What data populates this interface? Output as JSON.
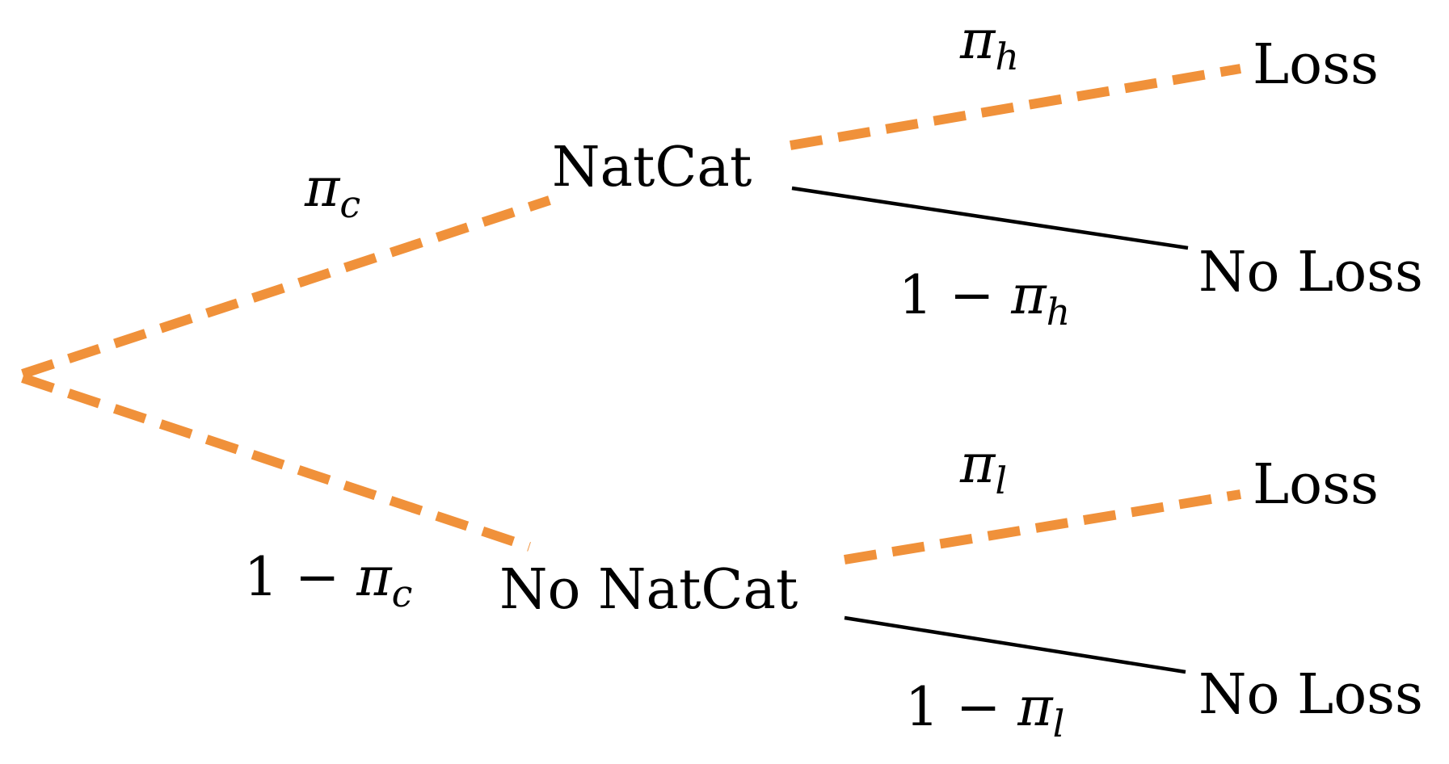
{
  "colors": {
    "highlight": "#F0913A",
    "line": "#000000"
  },
  "nodes": {
    "natcat": "NatCat",
    "no_natcat": "No NatCat",
    "loss_upper": "Loss",
    "no_loss_upper": "No Loss",
    "loss_lower": "Loss",
    "no_loss_lower": "No Loss"
  },
  "probabilities": {
    "pi_c": {
      "prefix": "",
      "greek": "π",
      "sub": "c"
    },
    "one_minus_pi_c": {
      "prefix": "1 − ",
      "greek": "π",
      "sub": "c"
    },
    "pi_h": {
      "prefix": "",
      "greek": "π",
      "sub": "h"
    },
    "one_minus_pi_h": {
      "prefix": "1 − ",
      "greek": "π",
      "sub": "h"
    },
    "pi_l": {
      "prefix": "",
      "greek": "π",
      "sub": "l"
    },
    "one_minus_pi_l": {
      "prefix": "1 − ",
      "greek": "π",
      "sub": "l"
    }
  }
}
